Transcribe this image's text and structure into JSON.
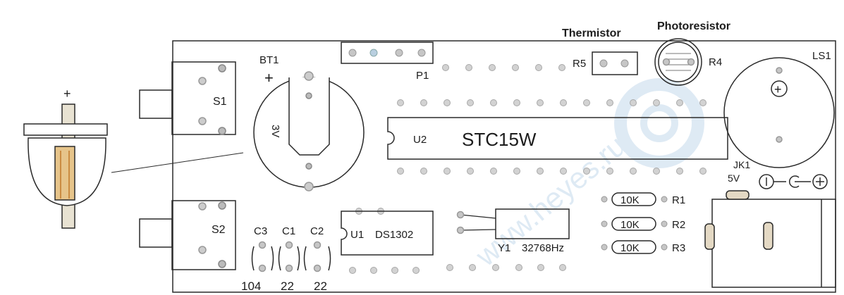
{
  "labels": {
    "thermistor": "Thermistor",
    "photoresistor": "Photoresistor",
    "bt1": "BT1",
    "battery_plus": "+",
    "battery_voltage": "3V",
    "battery_detail_plus": "+",
    "s1": "S1",
    "s2": "S2",
    "p1": "P1",
    "r5": "R5",
    "r4": "R4",
    "ls1": "LS1",
    "ls1_plus": "+",
    "u2": "U2",
    "mcu": "STC15W",
    "jk1": "JK1",
    "jk1_voltage": "5V",
    "u1": "U1",
    "rtc": "DS1302",
    "y1": "Y1",
    "crystal": "32768Hz",
    "c3": "C3",
    "c1": "C1",
    "c2": "C2",
    "c3_value": "104",
    "c1_value": "22",
    "c2_value": "22",
    "r1": "R1",
    "r2": "R2",
    "r3": "R3",
    "r1_value": "10K",
    "r2_value": "10K",
    "r3_value": "10K"
  },
  "watermark": "www.heyes.ru",
  "colors": {
    "line": "#2a2a2a",
    "pad": "#9a9a9a",
    "watermark": "#dbe8f3"
  }
}
